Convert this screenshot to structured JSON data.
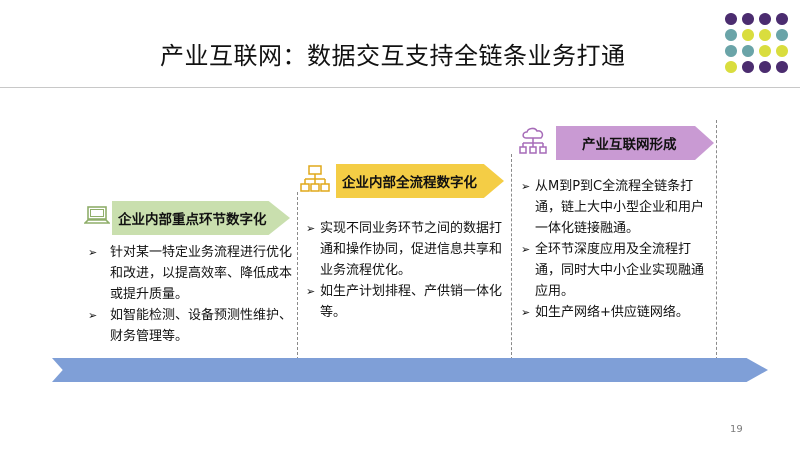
{
  "title": "产业互联网：数据交互支持全链条业务打通",
  "page_number": "19",
  "colors": {
    "stage1": "#c9dfae",
    "stage2": "#f4cd45",
    "stage3": "#c99ad3",
    "timeline": "#7f9fd7",
    "dot_purple": "#4b2c6f",
    "dot_teal": "#6aa4a8",
    "dot_yellow": "#d9dd3e"
  },
  "stages": [
    {
      "label": "企业内部重点环节数字化",
      "icon": "laptop-icon",
      "bullet_mark": "➢",
      "bullets": [
        "针对某一特定业务流程进行优化和改进，以提高效率、降低成本或提升质量。",
        "如智能检测、设备预测性维护、财务管理等。"
      ]
    },
    {
      "label": "企业内部全流程数字化",
      "icon": "network-icon",
      "bullet_mark": "➢",
      "bullets": [
        "实现不同业务环节之间的数据打通和操作协同，促进信息共享和业务流程优化。",
        "如生产计划排程、产供销一体化等。"
      ]
    },
    {
      "label": "产业互联网形成",
      "icon": "cloud-network-icon",
      "bullet_mark": "➢",
      "bullets": [
        "从M到P到C全流程全链条打通，链上大中小型企业和用户一体化链接融通。",
        "全环节深度应用及全流程打通，同时大中小企业实现融通应用。",
        "如生产网络+供应链网络。"
      ]
    }
  ]
}
